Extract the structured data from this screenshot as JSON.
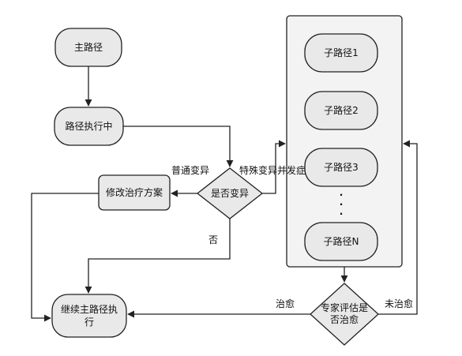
{
  "nodes": {
    "main_path": "主路径",
    "path_execution": "路径执行中",
    "is_variation": "是否变异",
    "modify_treatment": "修改治疗方案",
    "continue_main_line1": "继续主路径执",
    "continue_main_line2": "行",
    "subpath_1": "子路径1",
    "subpath_2": "子路径2",
    "subpath_3": "子路径3",
    "subpath_ellipsis": "·\n·\n·",
    "subpath_n": "子路径N",
    "expert_eval_line1": "专家评估是",
    "expert_eval_line2": "否治愈"
  },
  "edge_labels": {
    "normal_variation": "普通变异",
    "special_variation": "特殊变异并发症",
    "no": "否",
    "cured": "治愈",
    "not_cured": "未治愈"
  },
  "colors": {
    "node_fill": "#e9e9e9",
    "container_fill": "#f3f3f3",
    "stroke": "#222222"
  }
}
